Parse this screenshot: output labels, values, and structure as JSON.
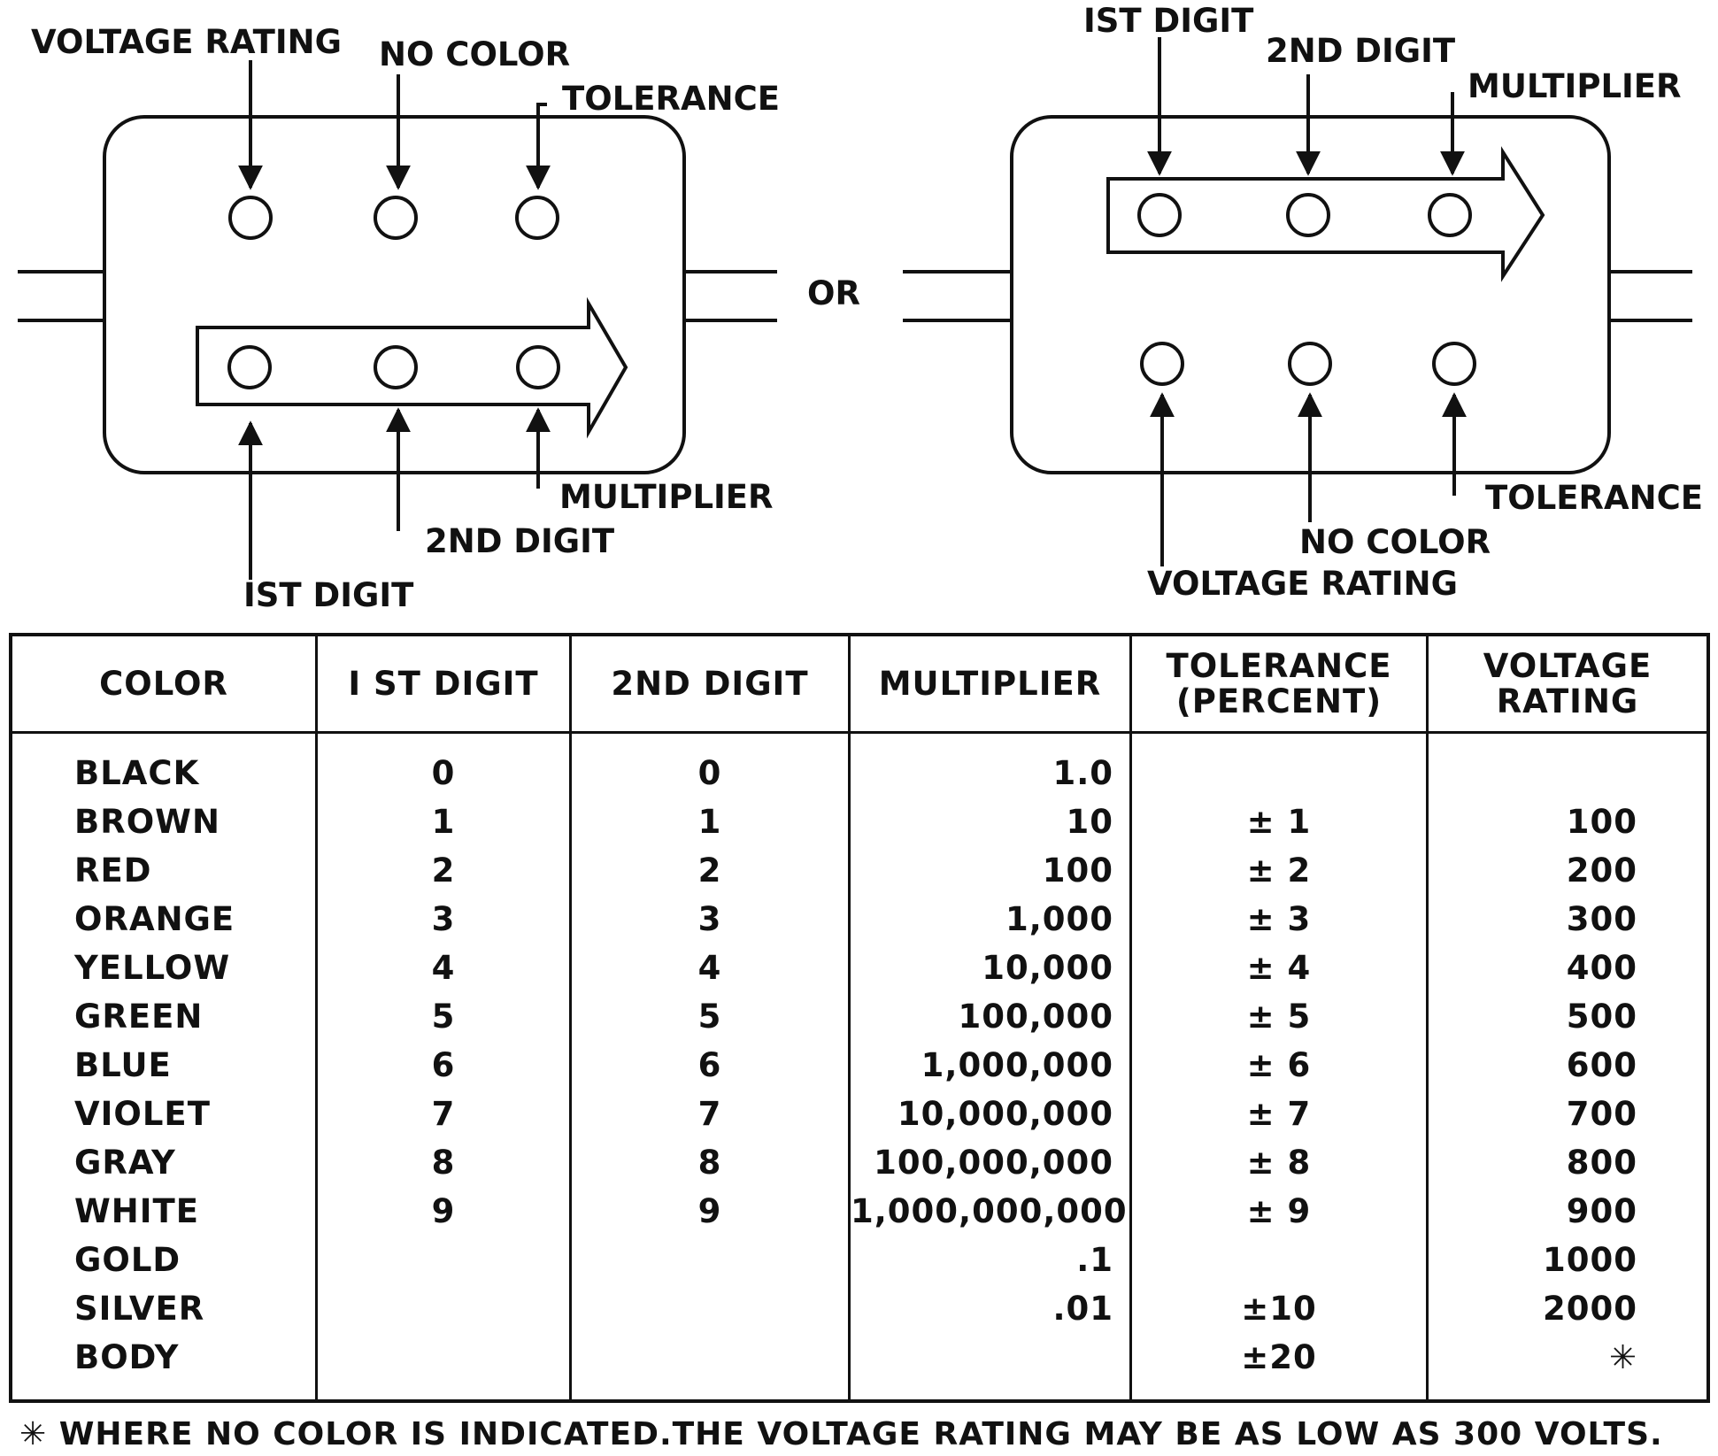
{
  "diagram": {
    "left": {
      "top_labels": {
        "voltage_rating": "VOLTAGE RATING",
        "no_color": "NO COLOR",
        "tolerance": "TOLERANCE"
      },
      "bottom_labels": {
        "first_digit": "IST DIGIT",
        "second_digit": "2ND DIGIT",
        "multiplier": "MULTIPLIER"
      }
    },
    "or_label": "OR",
    "right": {
      "top_labels": {
        "first_digit": "IST DIGIT",
        "second_digit": "2ND DIGIT",
        "multiplier": "MULTIPLIER"
      },
      "bottom_labels": {
        "voltage_rating": "VOLTAGE RATING",
        "no_color": "NO COLOR",
        "tolerance": "TOLERANCE"
      }
    }
  },
  "table": {
    "headers": {
      "color": "COLOR",
      "first_digit": "I ST DIGIT",
      "second_digit": "2ND DIGIT",
      "multiplier": "MULTIPLIER",
      "tolerance": "TOLERANCE\n(PERCENT)",
      "voltage": "VOLTAGE\nRATING"
    },
    "rows": [
      {
        "color": "BLACK",
        "d1": "0",
        "d2": "0",
        "mult": "1.0",
        "tol": "",
        "volt": ""
      },
      {
        "color": "BROWN",
        "d1": "1",
        "d2": "1",
        "mult": "10",
        "tol": "± 1",
        "volt": "100"
      },
      {
        "color": "RED",
        "d1": "2",
        "d2": "2",
        "mult": "100",
        "tol": "± 2",
        "volt": "200"
      },
      {
        "color": "ORANGE",
        "d1": "3",
        "d2": "3",
        "mult": "1,000",
        "tol": "± 3",
        "volt": "300"
      },
      {
        "color": "YELLOW",
        "d1": "4",
        "d2": "4",
        "mult": "10,000",
        "tol": "± 4",
        "volt": "400"
      },
      {
        "color": "GREEN",
        "d1": "5",
        "d2": "5",
        "mult": "100,000",
        "tol": "± 5",
        "volt": "500"
      },
      {
        "color": "BLUE",
        "d1": "6",
        "d2": "6",
        "mult": "1,000,000",
        "tol": "± 6",
        "volt": "600"
      },
      {
        "color": "VIOLET",
        "d1": "7",
        "d2": "7",
        "mult": "10,000,000",
        "tol": "± 7",
        "volt": "700"
      },
      {
        "color": "GRAY",
        "d1": "8",
        "d2": "8",
        "mult": "100,000,000",
        "tol": "± 8",
        "volt": "800"
      },
      {
        "color": "WHITE",
        "d1": "9",
        "d2": "9",
        "mult": "1,000,000,000",
        "tol": "± 9",
        "volt": "900"
      },
      {
        "color": "GOLD",
        "d1": "",
        "d2": "",
        "mult": ".1",
        "tol": "",
        "volt": "1000"
      },
      {
        "color": "SILVER",
        "d1": "",
        "d2": "",
        "mult": ".01",
        "tol": "±10",
        "volt": "2000"
      },
      {
        "color": "BODY",
        "d1": "",
        "d2": "",
        "mult": "",
        "tol": "±20",
        "volt": "✳"
      }
    ]
  },
  "footnote": "✳ WHERE NO COLOR IS INDICATED.THE VOLTAGE RATING MAY BE AS LOW AS 300 VOLTS."
}
